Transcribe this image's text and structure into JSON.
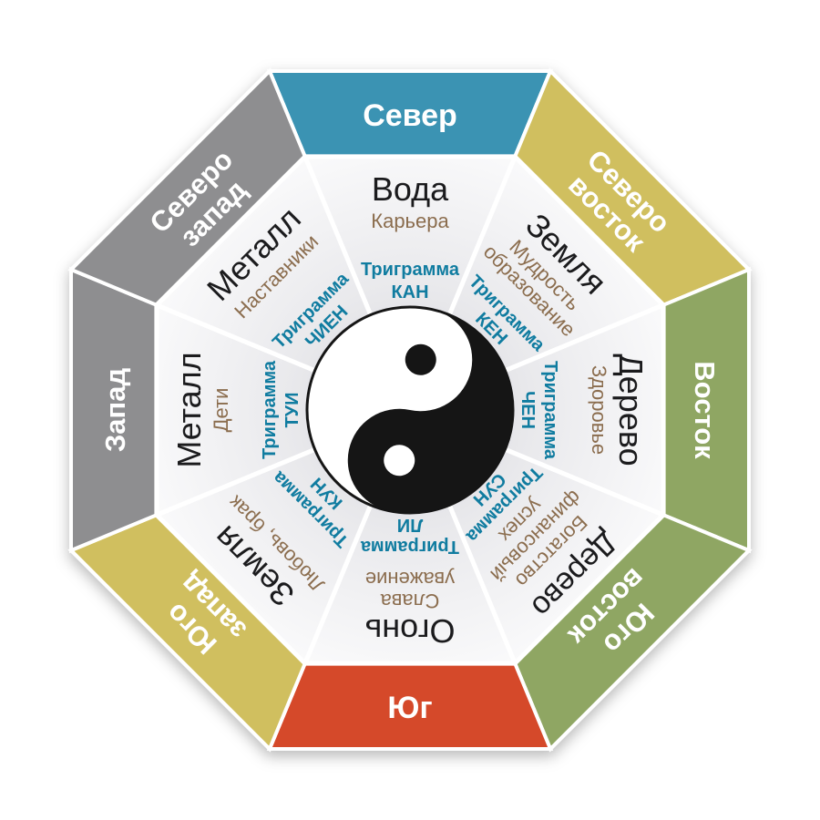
{
  "colors": {
    "north_band": "#3b93b3",
    "northeast_band": "#d0bf5e",
    "east_band": "#8fa663",
    "southeast_band": "#8fa663",
    "south_band": "#d54a2b",
    "southwest_band": "#d0bf5e",
    "west_band": "#8e8e90",
    "northwest_band": "#8e8e90",
    "band_text": "#ffffff",
    "element_text": "#1b1b1d",
    "aspect_text": "#8b6d4e",
    "trigram_text": "#107ca0"
  },
  "trigram_word": "Триграмма",
  "directions": {
    "north": {
      "label": "Север"
    },
    "northeast": {
      "line1": "Северо",
      "line2": "восток"
    },
    "east": {
      "label": "Восток"
    },
    "southeast": {
      "line1": "Юго",
      "line2": "восток"
    },
    "south": {
      "label": "Юг"
    },
    "southwest": {
      "line1": "Юго",
      "line2": "запад"
    },
    "west": {
      "label": "Запад"
    },
    "northwest": {
      "line1": "Северо",
      "line2": "запад"
    }
  },
  "sectors": {
    "north": {
      "element": "Вода",
      "aspect_lines": [
        "Карьера"
      ],
      "trigram": "КАН"
    },
    "northeast": {
      "element": "Земля",
      "aspect_lines": [
        "Мудрость",
        "образование"
      ],
      "trigram": "КЕН"
    },
    "east": {
      "element": "Дерево",
      "aspect_lines": [
        "Здоровье"
      ],
      "trigram": "ЧЕН"
    },
    "southeast": {
      "element": "Дерево",
      "aspect_lines": [
        "Богатство",
        "финансовый",
        "успех"
      ],
      "trigram": "СУН"
    },
    "south": {
      "element": "Огонь",
      "aspect_lines": [
        "Слава",
        "уважение"
      ],
      "trigram": "ЛИ"
    },
    "southwest": {
      "element": "Земля",
      "aspect_lines": [
        "Любовь, брак"
      ],
      "trigram": "КУН"
    },
    "west": {
      "element": "Металл",
      "aspect_lines": [
        "Дети"
      ],
      "trigram": "ТУИ"
    },
    "northwest": {
      "element": "Металл",
      "aspect_lines": [
        "Наставники"
      ],
      "trigram": "ЧИЕН"
    }
  }
}
